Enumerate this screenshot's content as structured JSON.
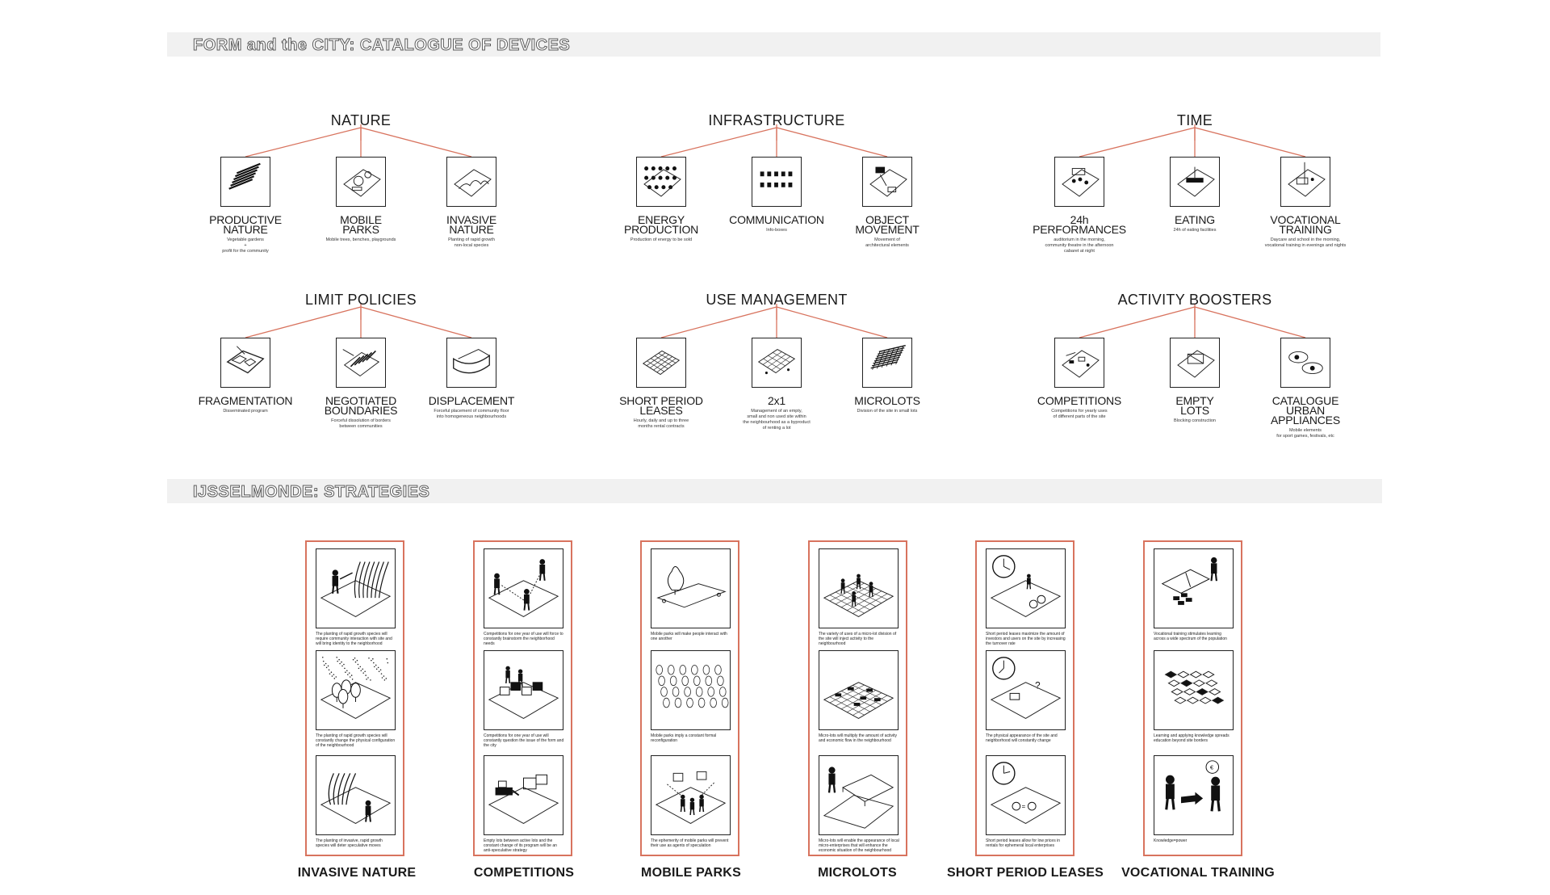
{
  "header": {
    "title": "FORM and the CITY: CATALOGUE OF DEVICES"
  },
  "catalogue": [
    {
      "title": "NATURE",
      "devices": [
        {
          "label": "PRODUCTIVE\nNATURE",
          "desc": "Vegetable gardens\n+\nprofit for the community",
          "icon": "striped-rows-icon"
        },
        {
          "label": "MOBILE\nPARKS",
          "desc": "Mobile trees, benches, playgrounds",
          "icon": "mobile-tree-icon"
        },
        {
          "label": "INVASIVE\nNATURE",
          "desc": "Planting of rapid growth\nnon-local species",
          "icon": "vegetation-icon"
        }
      ]
    },
    {
      "title": "INFRASTRUCTURE",
      "devices": [
        {
          "label": "ENERGY\nPRODUCTION",
          "desc": "Production of energy to be sold",
          "icon": "energy-grid-icon"
        },
        {
          "label": "COMMUNICATION",
          "desc": "Info-boxes",
          "icon": "info-box-icon"
        },
        {
          "label": "OBJECT\nMOVEMENT",
          "desc": "Movement of\narchitectural elements",
          "icon": "moving-object-icon"
        }
      ]
    },
    {
      "title": "TIME",
      "devices": [
        {
          "label": "24h\nPERFORMANCES",
          "desc": "auditorium in the morning,\ncommunity theatre in the afternoon\ncabaret at night",
          "icon": "performance-icon"
        },
        {
          "label": "EATING",
          "desc": "24h of eating facilities",
          "icon": "eating-table-icon"
        },
        {
          "label": "VOCATIONAL\nTRAINING",
          "desc": "Daycare and school in the morning,\nvocational training in evenings and nights",
          "icon": "training-icon"
        }
      ]
    },
    {
      "title": "LIMIT POLICIES",
      "devices": [
        {
          "label": "FRAGMENTATION",
          "desc": "Disseminated program",
          "icon": "fragmented-plan-icon"
        },
        {
          "label": "NEGOTIATED\nBOUNDARIES",
          "desc": "Forceful dissolution of borders\nbetween communities",
          "icon": "boundary-icon"
        },
        {
          "label": "DISPLACEMENT",
          "desc": "Forceful placement of community floor\ninto homogeneous neighbourhoods",
          "icon": "displaced-surface-icon"
        }
      ]
    },
    {
      "title": "USE MANAGEMENT",
      "devices": [
        {
          "label": "SHORT PERIOD\nLEASES",
          "desc": "Hourly, daily and up to three\nmonths rental contracts",
          "icon": "lease-grid-icon"
        },
        {
          "label": "2x1",
          "desc": "Management of an empty,\nsmall and non used site within\nthe neighbourhood as a byproduct\nof renting a lot",
          "icon": "two-for-one-icon"
        },
        {
          "label": "MICROLOTS",
          "desc": "Division of the site in small lots",
          "icon": "microlot-icon"
        }
      ]
    },
    {
      "title": "ACTIVITY BOOSTERS",
      "devices": [
        {
          "label": "COMPETITIONS",
          "desc": "Competitions for yearly uses\nof different parts of the site",
          "icon": "competition-icon"
        },
        {
          "label": "EMPTY\nLOTS",
          "desc": "Blocking construction",
          "icon": "empty-lot-icon"
        },
        {
          "label": "CATALOGUE\nURBAN\nAPPLIANCES",
          "desc": "Mobile elements\nfor sport games, festivals, etc",
          "icon": "appliance-icon"
        }
      ]
    }
  ],
  "strategies_header": {
    "title": "IJSSELMONDE: STRATEGIES"
  },
  "strategies": [
    {
      "label": "INVASIVE NATURE",
      "frames": [
        {
          "caption": "The planting of rapid growth species will require community interaction with site and will bring identity to the neighborhood",
          "icon": "planting-figure-icon"
        },
        {
          "caption": "The planting of rapid growth species will constantly change the physical configuration of the neighbourhood",
          "icon": "tree-field-icon"
        },
        {
          "caption": "The planting of invasive, rapid growth species will deter speculative moves",
          "icon": "running-figure-icon"
        }
      ]
    },
    {
      "label": "COMPETITIONS",
      "frames": [
        {
          "caption": "Competitions for one year of use will force to constantly brainstorm the neighborhood needs",
          "icon": "surveying-figures-icon"
        },
        {
          "caption": "Competitions for one year of use will constantly question the issue of the form and the city",
          "icon": "boxes-on-plane-icon"
        },
        {
          "caption": "Empty lots between active lots and the constant change of its program will be an anti-speculative strategy",
          "icon": "bulldozer-icon"
        }
      ]
    },
    {
      "label": "MOBILE PARKS",
      "frames": [
        {
          "caption": "Mobile parks will make people interact with one another",
          "icon": "tree-on-cart-icon"
        },
        {
          "caption": "Mobile parks imply a constant formal reconfiguration",
          "icon": "tree-grid-icon"
        },
        {
          "caption": "The ephemerity of mobile parks will prevent their use as agents of speculation",
          "icon": "moving-people-icon"
        }
      ]
    },
    {
      "label": "MICROLOTS",
      "frames": [
        {
          "caption": "The variety of uses of a micro-lot division of the site will inject activity to the neighbourhood",
          "icon": "lot-grid-people-icon"
        },
        {
          "caption": "Micro-lots will multiply the amount of activity and economic flow in the neighbourhood",
          "icon": "filled-grid-icon"
        },
        {
          "caption": "Micro-lots will enable the appearance of local micro-enterprises that will enhance the economic situation of the neighbourhood",
          "icon": "figure-ramp-icon"
        }
      ]
    },
    {
      "label": "SHORT PERIOD LEASES",
      "frames": [
        {
          "caption": "Short period leases maximize the amount of investors and users on the site by increasing the turnover rate",
          "icon": "clock-coins-icon"
        },
        {
          "caption": "The physical appearance of the site and neighborhood will constantly change",
          "icon": "clock-question-icon"
        },
        {
          "caption": "Short period leases allow for low prices in rentals for ephemeral local enterprises",
          "icon": "clock-equal-icon"
        }
      ]
    },
    {
      "label": "VOCATIONAL TRAINING",
      "frames": [
        {
          "caption": "Vocational training stimulates learning across a wide spectrum of the population",
          "icon": "book-figure-icon"
        },
        {
          "caption": "Learning and applying knowledge spreads education beyond site borders",
          "icon": "tile-pattern-icon"
        },
        {
          "caption": "Knowledge=power",
          "icon": "exchange-figures-icon"
        }
      ]
    }
  ],
  "colors": {
    "accent": "#d8735e",
    "ink": "#1a1a1a",
    "banner": "#f1f1f1"
  }
}
